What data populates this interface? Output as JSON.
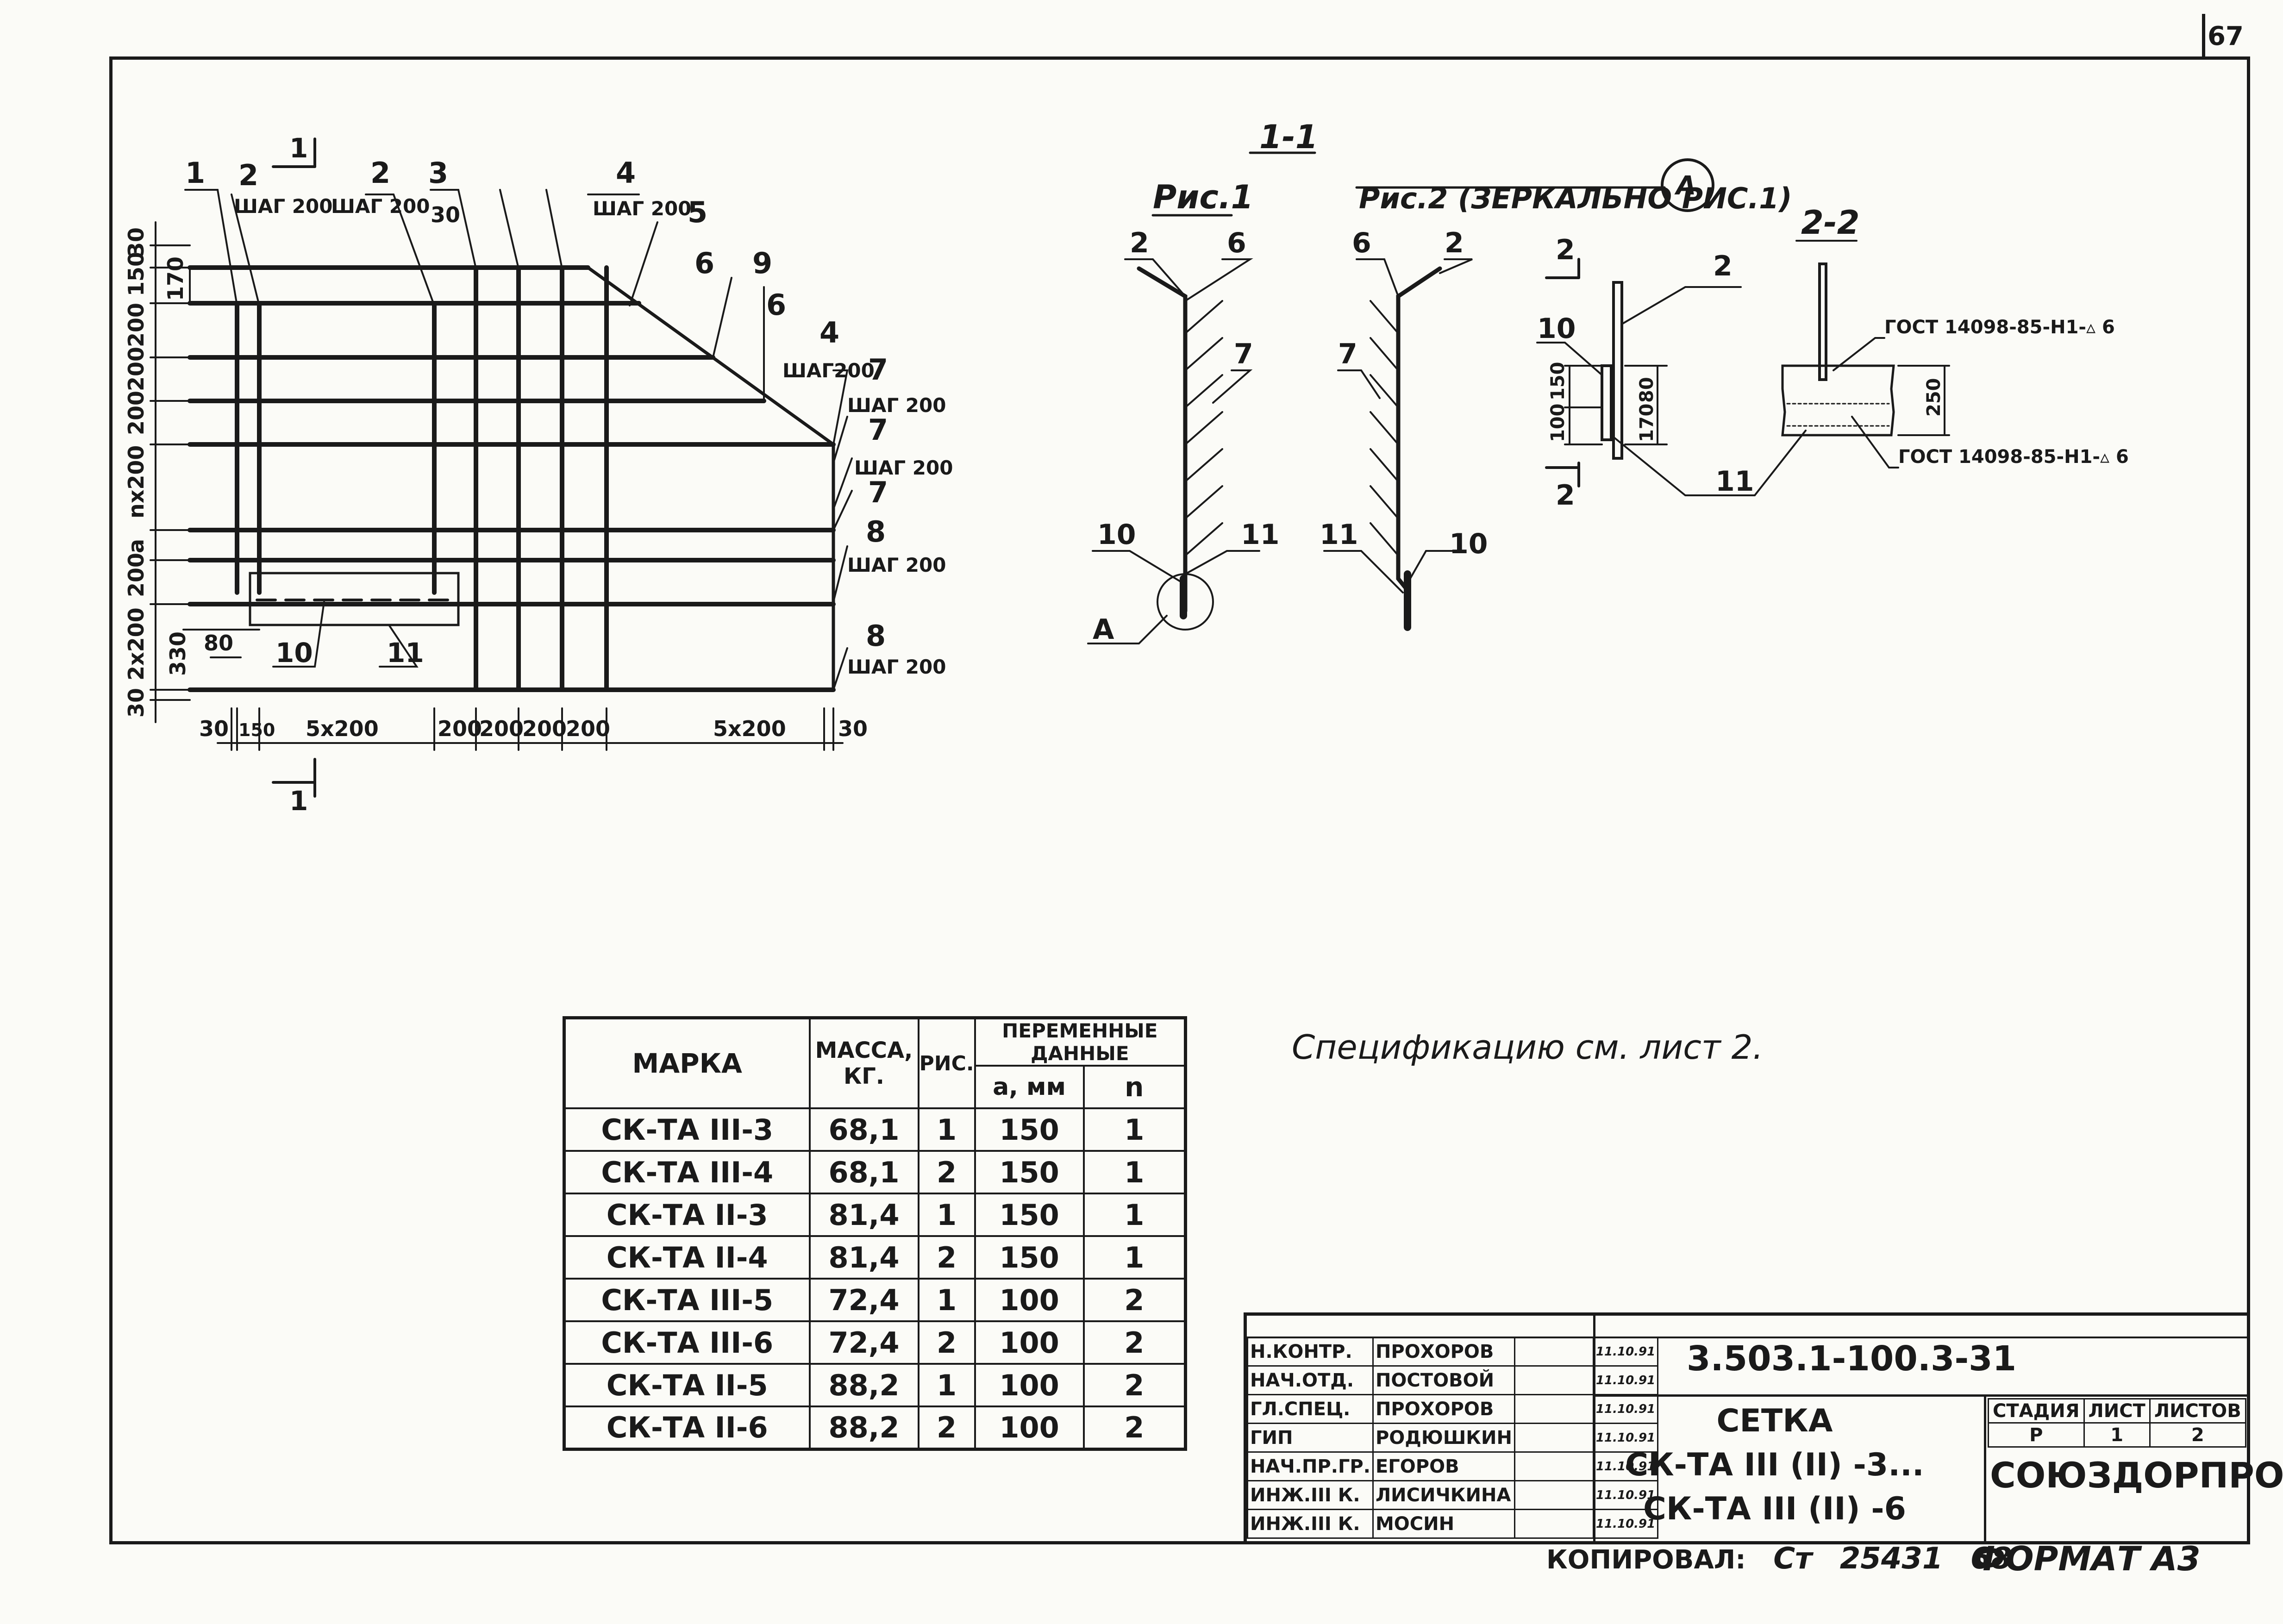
{
  "page_number": "67",
  "drawing": {
    "pos_top": [
      "1",
      "2",
      "2",
      "3",
      "4",
      "5",
      "6",
      "9",
      "6",
      "4",
      "7",
      "7",
      "7",
      "8",
      "8"
    ],
    "step_label": "ШАГ 200",
    "step_label_short": "ШАГ200",
    "section_mark": "1",
    "dim_30": "30",
    "dim_170": "170",
    "left_dims": [
      "30",
      "150",
      "200",
      "200",
      "200",
      "nx200",
      "a",
      "200",
      "2x200",
      "30"
    ],
    "dim_330": "330",
    "dim_80": "80",
    "pos_10": "10",
    "pos_11": "11",
    "bottom_dims": [
      "30",
      "150",
      "5x200",
      "200",
      "200",
      "200",
      "200",
      "5x200",
      "30"
    ],
    "section_title": "1-1",
    "fig1_title": "Рис.1",
    "fig2_title": "Рис.2 (ЗЕРКАЛЬНО РИС.1)",
    "callout_a": "A",
    "fig_pos": [
      "2",
      "6",
      "7",
      "10",
      "11"
    ],
    "fig2_pos": [
      "6",
      "2",
      "7",
      "11",
      "10"
    ],
    "section22_title": "2-2",
    "sec2_mark": "2",
    "sec22_dims": [
      "100",
      "150",
      "80",
      "170",
      "250"
    ],
    "gost_top": "ГОСТ 14098-85-Н1-▵ 6",
    "gost_bottom": "ГОСТ 14098-85-Н1-▵ 6"
  },
  "spec_table": {
    "headers": {
      "mark": "МАРКА",
      "mass": "МАССА, КГ.",
      "fig": "РИС.",
      "variable": "ПЕРЕМЕННЫЕ ДАННЫЕ",
      "a": "a, мм",
      "n": "n"
    },
    "rows": [
      {
        "mark": "СК-ТА III-3",
        "mass": "68,1",
        "fig": "1",
        "a": "150",
        "n": "1"
      },
      {
        "mark": "СК-ТА III-4",
        "mass": "68,1",
        "fig": "2",
        "a": "150",
        "n": "1"
      },
      {
        "mark": "СК-ТА II-3",
        "mass": "81,4",
        "fig": "1",
        "a": "150",
        "n": "1"
      },
      {
        "mark": "СК-ТА II-4",
        "mass": "81,4",
        "fig": "2",
        "a": "150",
        "n": "1"
      },
      {
        "mark": "СК-ТА III-5",
        "mass": "72,4",
        "fig": "1",
        "a": "100",
        "n": "2"
      },
      {
        "mark": "СК-ТА III-6",
        "mass": "72,4",
        "fig": "2",
        "a": "100",
        "n": "2"
      },
      {
        "mark": "СК-ТА II-5",
        "mass": "88,2",
        "fig": "1",
        "a": "100",
        "n": "2"
      },
      {
        "mark": "СК-ТА II-6",
        "mass": "88,2",
        "fig": "2",
        "a": "100",
        "n": "2"
      }
    ]
  },
  "spec_note": "Спецификацию см. лист 2.",
  "title_block": {
    "signatures": [
      {
        "role": "Н.КОНТР.",
        "name": "ПРОХОРОВ",
        "date": "11.10.91"
      },
      {
        "role": "НАЧ.ОТД.",
        "name": "ПОСТОВОЙ",
        "date": "11.10.91"
      },
      {
        "role": "ГЛ.СПЕЦ.",
        "name": "ПРОХОРОВ",
        "date": "11.10.91"
      },
      {
        "role": "ГИП",
        "name": "РОДЮШКИН",
        "date": "11.10.91"
      },
      {
        "role": "НАЧ.ПР.ГР.",
        "name": "ЕГОРОВ",
        "date": "11.10.91"
      },
      {
        "role": "ИНЖ.III К.",
        "name": "ЛИСИЧКИНА",
        "date": "11.10.91"
      },
      {
        "role": "ИНЖ.III К.",
        "name": "МОСИН",
        "date": "11.10.91"
      }
    ],
    "doc_number": "3.503.1-100.3-31",
    "title_line1": "СЕТКА",
    "title_line2": "СК-ТА III (II) -3...",
    "title_line3": "СК-ТА III (II) -6",
    "stage_header": "СТАДИЯ",
    "sheet_header": "ЛИСТ",
    "sheets_header": "ЛИСТОВ",
    "stage": "Р",
    "sheet": "1",
    "sheets": "2",
    "organization": "СОЮЗДОРПРОЕКТ"
  },
  "footer": {
    "copied_label": "КОПИРОВАЛ:",
    "copied_by": "Ст",
    "number": "25431",
    "page": "68",
    "format": "ФОРМАТ А3"
  }
}
